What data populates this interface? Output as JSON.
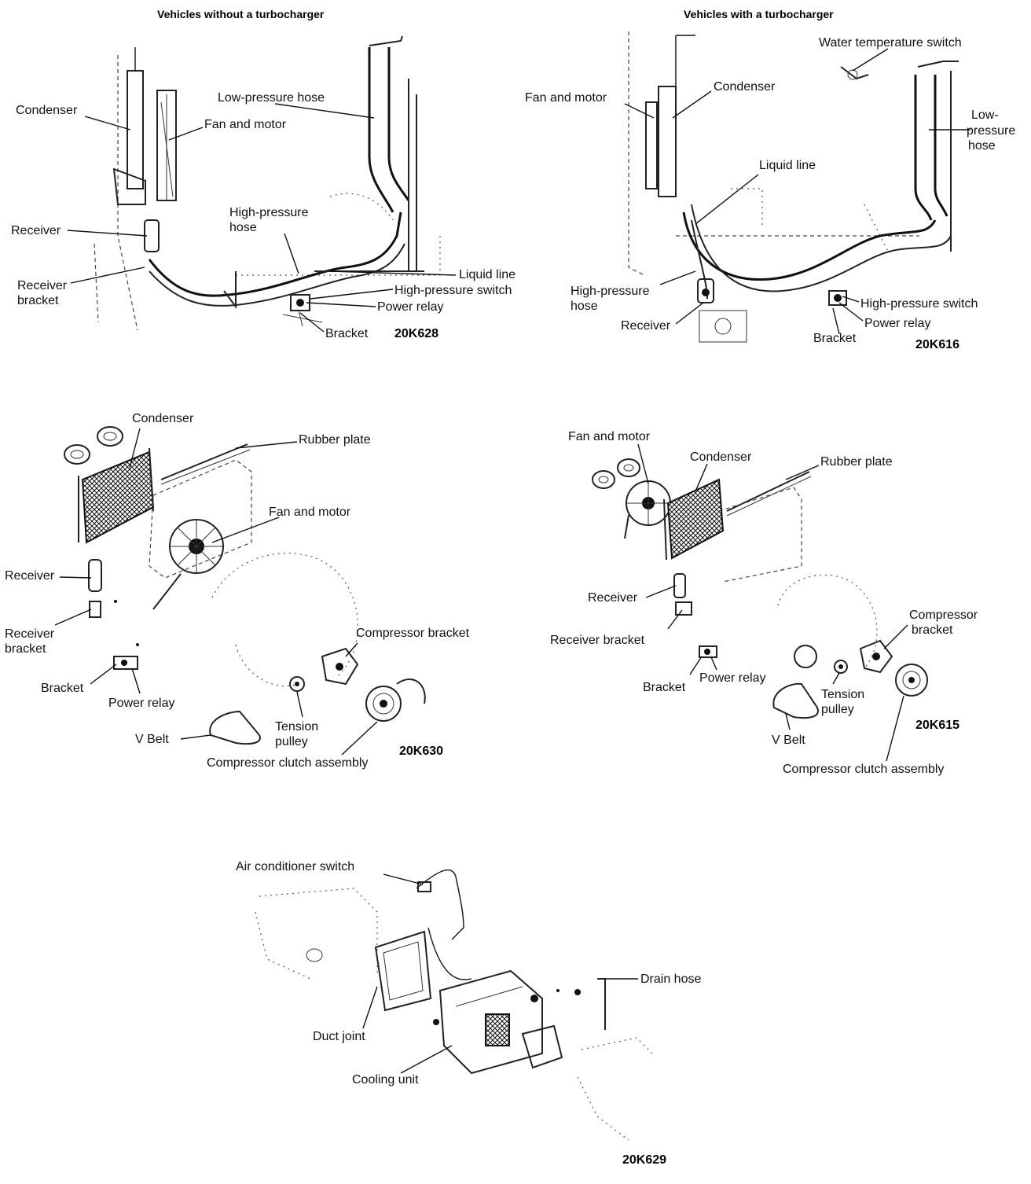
{
  "panel_top_left": {
    "title": "Vehicles without a turbocharger",
    "code": "20K628",
    "labels": {
      "condenser": "Condenser",
      "fan_motor": "Fan and motor",
      "low_pressure_hose": "Low-pressure hose",
      "receiver": "Receiver",
      "high_pressure_hose_1": "High-pressure",
      "high_pressure_hose_2": "hose",
      "receiver_bracket_1": "Receiver",
      "receiver_bracket_2": "bracket",
      "liquid_line": "Liquid line",
      "high_pressure_switch": "High-pressure switch",
      "power_relay": "Power relay",
      "bracket": "Bracket"
    }
  },
  "panel_top_right": {
    "title": "Vehicles with a turbocharger",
    "code": "20K616",
    "labels": {
      "water_temp_switch": "Water temperature switch",
      "fan_motor": "Fan and motor",
      "condenser": "Condenser",
      "low_pressure_1": "Low-",
      "low_pressure_2": "pressure",
      "low_pressure_3": "hose",
      "liquid_line": "Liquid line",
      "high_pressure_hose_1": "High-pressure",
      "high_pressure_hose_2": "hose",
      "receiver": "Receiver",
      "high_pressure_switch": "High-pressure switch",
      "power_relay": "Power relay",
      "bracket": "Bracket"
    }
  },
  "panel_mid_left": {
    "code": "20K630",
    "labels": {
      "condenser": "Condenser",
      "rubber_plate": "Rubber plate",
      "fan_motor": "Fan and motor",
      "receiver": "Receiver",
      "receiver_bracket_1": "Receiver",
      "receiver_bracket_2": "bracket",
      "compressor_bracket": "Compressor bracket",
      "bracket": "Bracket",
      "power_relay": "Power relay",
      "tension_pulley_1": "Tension",
      "tension_pulley_2": "pulley",
      "v_belt": "V Belt",
      "compressor_clutch": "Compressor clutch assembly"
    }
  },
  "panel_mid_right": {
    "code": "20K615",
    "labels": {
      "fan_motor": "Fan and motor",
      "condenser": "Condenser",
      "rubber_plate": "Rubber plate",
      "receiver": "Receiver",
      "receiver_bracket": "Receiver bracket",
      "compressor_bracket_1": "Compressor",
      "compressor_bracket_2": "bracket",
      "bracket": "Bracket",
      "power_relay": "Power relay",
      "tension_pulley_1": "Tension",
      "tension_pulley_2": "pulley",
      "v_belt": "V Belt",
      "compressor_clutch": "Compressor clutch assembly"
    }
  },
  "panel_bottom": {
    "code": "20K629",
    "labels": {
      "ac_switch": "Air conditioner switch",
      "drain_hose": "Drain hose",
      "duct_joint": "Duct joint",
      "cooling_unit": "Cooling unit"
    }
  }
}
